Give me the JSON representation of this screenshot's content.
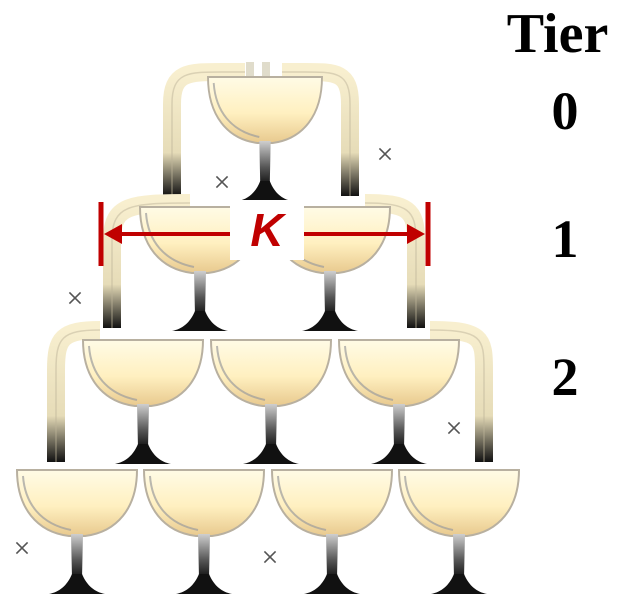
{
  "heading": "Tier",
  "tiers": [
    "0",
    "1",
    "2"
  ],
  "dimension_label": "K",
  "colors": {
    "glass_fill": "#fff6d2",
    "glass_shadow": "#c9a874",
    "stem": "#2b2b2b",
    "dimension": "#c00000"
  },
  "glass_rows": [
    1,
    2,
    3,
    4
  ]
}
